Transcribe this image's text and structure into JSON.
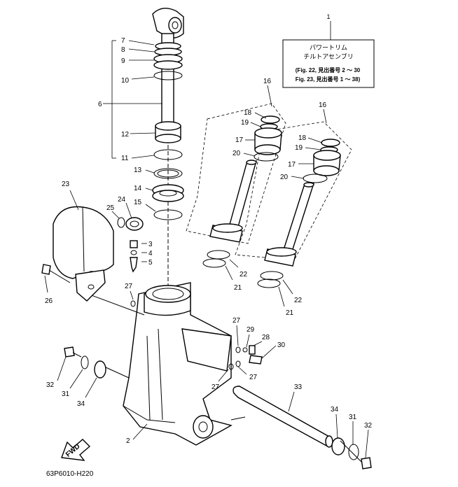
{
  "diagram": {
    "title_box": {
      "number": "1",
      "line1": "パワートリム",
      "line2": "チルトアセンブリ",
      "line3": "(Fig. 22, 見出番号 2 ～ 30",
      "line4": "Fig. 23, 見出番号 1 ～ 38)"
    },
    "drawing_code": "63P6010-H220",
    "fwd_label": "FWD",
    "callouts": {
      "c1": "1",
      "c2": "2",
      "c3": "3",
      "c4": "4",
      "c5": "5",
      "c6": "6",
      "c7": "7",
      "c8": "8",
      "c9": "9",
      "c10": "10",
      "c11": "11",
      "c12": "12",
      "c13": "13",
      "c14": "14",
      "c15": "15",
      "c16a": "16",
      "c16b": "16",
      "c17a": "17",
      "c17b": "17",
      "c18a": "18",
      "c18b": "18",
      "c19a": "19",
      "c19b": "19",
      "c20a": "20",
      "c20b": "20",
      "c21a": "21",
      "c21b": "21",
      "c22a": "22",
      "c22b": "22",
      "c23": "23",
      "c24": "24",
      "c25": "25",
      "c26": "26",
      "c27a": "27",
      "c27b": "27",
      "c27c": "27",
      "c27d": "27",
      "c28": "28",
      "c29": "29",
      "c30": "30",
      "c31a": "31",
      "c31b": "31",
      "c32a": "32",
      "c32b": "32",
      "c33": "33",
      "c34a": "34",
      "c34b": "34"
    }
  }
}
